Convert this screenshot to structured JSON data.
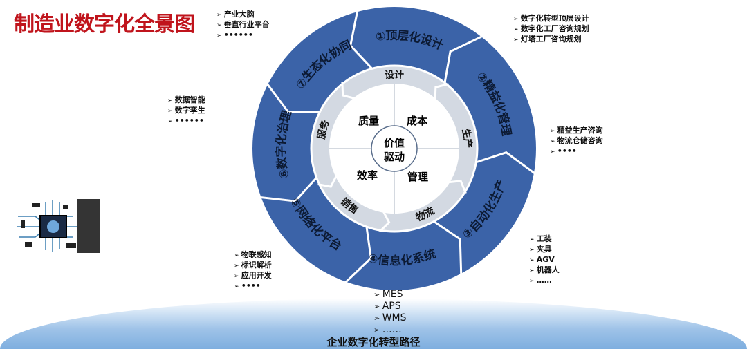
{
  "title": "制造业数字化全景图",
  "colors": {
    "title": "#c0141c",
    "outer_ring": "#3b63a8",
    "middle_ring": "#d3d9e2",
    "inner": "#ffffff"
  },
  "outer_segments": [
    "①顶层化设计",
    "②精益化管理",
    "③自动化生产",
    "④信息化系统",
    "⑤网络化平台",
    "⑥数字化治理",
    "⑦生态化协同"
  ],
  "middle_segments": [
    "设计",
    "生产",
    "物流",
    "销售",
    "服务"
  ],
  "inner_quadrants": [
    "质量",
    "成本",
    "管理",
    "效率"
  ],
  "center": [
    "价值",
    "驱动"
  ],
  "lists": {
    "ecosystem": [
      "产业大脑",
      "垂直行业平台",
      "••••••"
    ],
    "top_design": [
      "数字化转型顶层设计",
      "数字化工厂咨询规划",
      "灯塔工厂咨询规划"
    ],
    "governance": [
      "数据智能",
      "数字孪生",
      "••••••"
    ],
    "lean": [
      "精益生产咨询",
      "物流仓储咨询",
      "••••"
    ],
    "automation": [
      "工装",
      "夹具",
      "AGV",
      "机器人",
      "……"
    ],
    "network": [
      "物联感知",
      "标识解析",
      "应用开发",
      "••••"
    ],
    "info_systems": [
      "MES",
      "APS",
      "WMS",
      "……"
    ]
  },
  "bottom_title": "企业数字化转型路径",
  "image": "ai-chip-circuit"
}
